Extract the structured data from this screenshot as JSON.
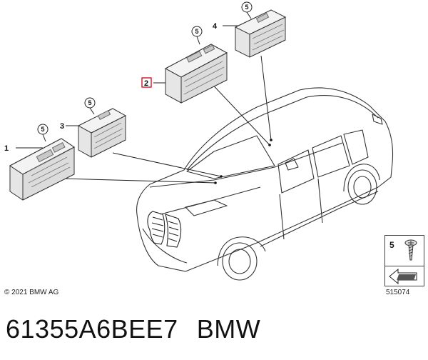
{
  "callouts": [
    {
      "label": "1"
    },
    {
      "label": "2"
    },
    {
      "label": "3"
    },
    {
      "label": "4"
    },
    {
      "label": "5"
    },
    {
      "label": "5"
    },
    {
      "label": "5"
    },
    {
      "label": "5"
    }
  ],
  "copyright": "© 2021 BMW AG",
  "diagram_id": "515074",
  "legend": {
    "number": "5"
  },
  "part_number": "61355A6BEE7",
  "brand": "BMW",
  "colors": {
    "highlight": "#d0021b",
    "line": "#222222",
    "module_fill": "#e6e6e6"
  }
}
